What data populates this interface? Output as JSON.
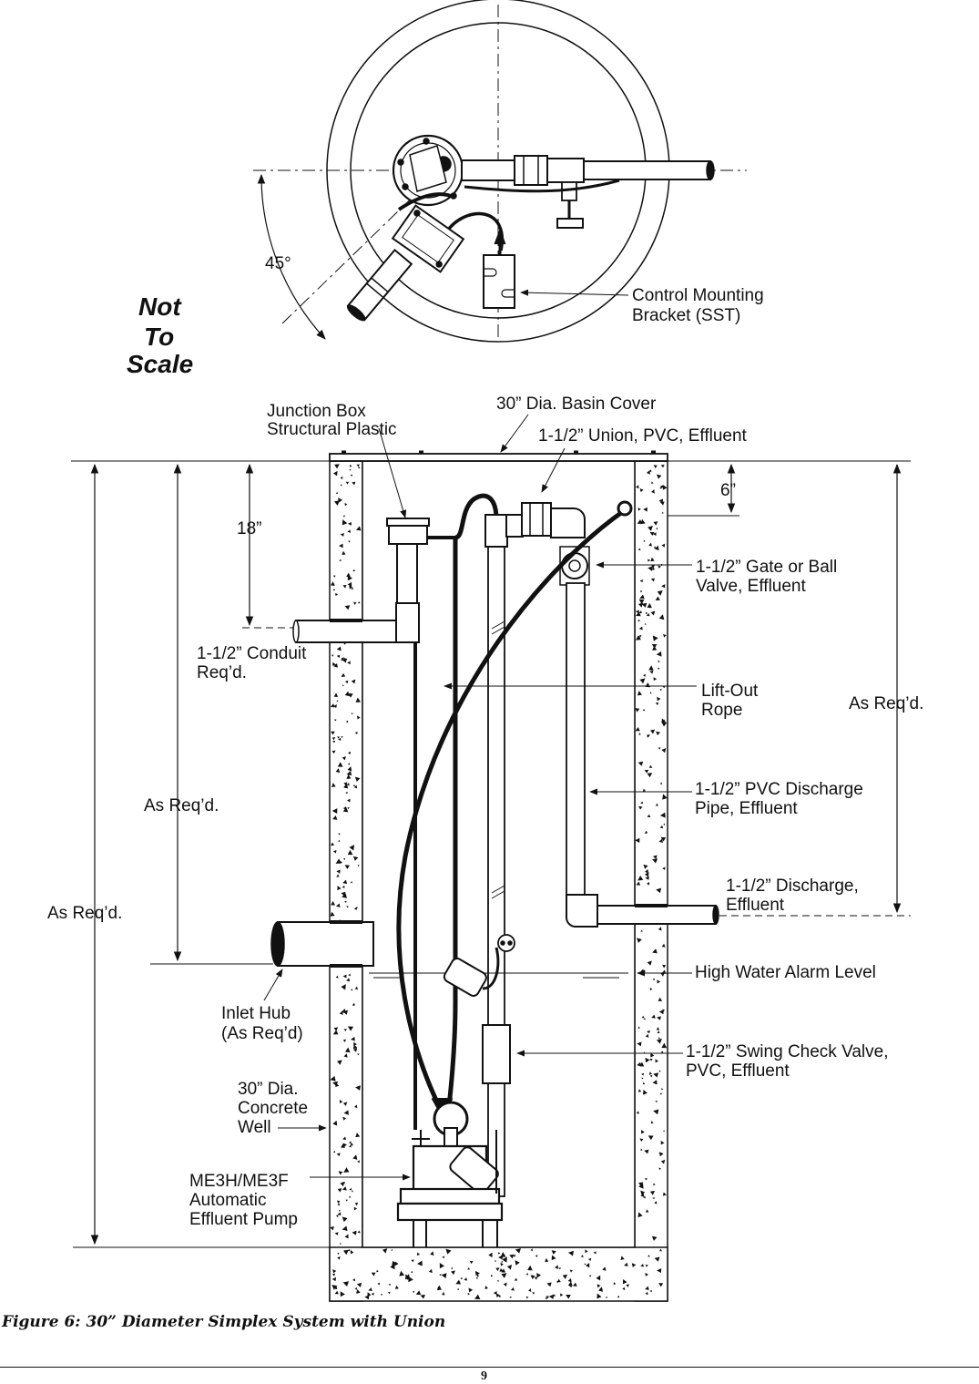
{
  "figure": {
    "caption": "Figure 6: 30” Diameter Simplex System with Union",
    "page_number": "9"
  },
  "top_view": {
    "angle_label": "45°",
    "not_to_scale": [
      "Not",
      "To",
      "Scale"
    ],
    "control_bracket": [
      "Control Mounting",
      "Bracket (SST)"
    ]
  },
  "labels": {
    "junction_box": [
      "Junction Box",
      "Structural Plastic"
    ],
    "basin_cover": "30” Dia. Basin Cover",
    "union": "1-1/2” Union, PVC, Effluent",
    "six_inch": "6”",
    "eighteen_inch": "18”",
    "gate_valve": [
      "1-1/2” Gate or Ball",
      "Valve, Effluent"
    ],
    "conduit": [
      "1-1/2” Conduit",
      "Req’d."
    ],
    "lift_rope": [
      "Lift-Out",
      "Rope"
    ],
    "as_reqd_right": "As Req’d.",
    "pvc_pipe": [
      "1-1/2” PVC Discharge",
      "Pipe, Effluent"
    ],
    "as_reqd_mid": "As Req’d.",
    "discharge": [
      "1-1/2” Discharge,",
      "Effluent"
    ],
    "as_reqd_left": "As Req’d.",
    "high_water": "High Water Alarm Level",
    "inlet_hub": [
      "Inlet Hub",
      "(As Req’d)"
    ],
    "check_valve": [
      "1-1/2” Swing Check Valve,",
      "PVC, Effluent"
    ],
    "concrete_well": [
      "30” Dia.",
      "Concrete",
      "Well"
    ],
    "pump": [
      "ME3H/ME3F",
      "Automatic",
      "Effluent Pump"
    ]
  }
}
